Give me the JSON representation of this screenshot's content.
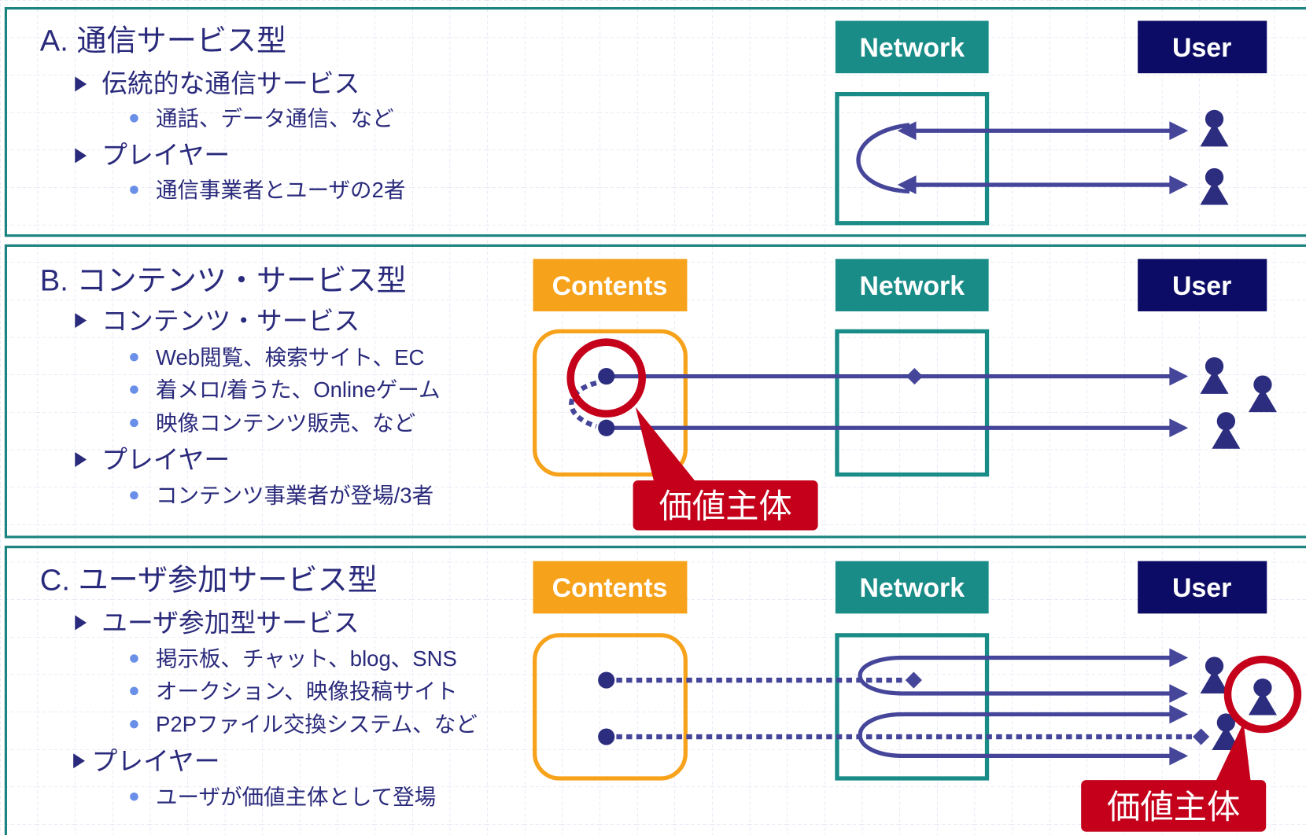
{
  "panels": [
    {
      "title": "A. 通信サービス型",
      "sections": [
        {
          "heading": "伝統的な通信サービス",
          "bullets": [
            "通話、データ通信、など"
          ]
        },
        {
          "heading": "プレイヤー",
          "bullets": [
            "通信事業者とユーザの2者"
          ]
        }
      ],
      "labels": {
        "network": "Network",
        "user": "User"
      }
    },
    {
      "title": "B. コンテンツ・サービス型",
      "sections": [
        {
          "heading": "コンテンツ・サービス",
          "bullets": [
            "Web閲覧、検索サイト、EC",
            "着メロ/着うた、Onlineゲーム",
            "映像コンテンツ販売、など"
          ]
        },
        {
          "heading": "プレイヤー",
          "bullets": [
            "コンテンツ事業者が登場/3者"
          ]
        }
      ],
      "labels": {
        "contents": "Contents",
        "network": "Network",
        "user": "User"
      },
      "callout": "価値主体"
    },
    {
      "title": "C. ユーザ参加サービス型",
      "sections": [
        {
          "heading": "ユーザ参加型サービス",
          "bullets": [
            "掲示板、チャット、blog、SNS",
            "オークション、映像投稿サイト",
            "P2Pファイル交換システム、など"
          ]
        },
        {
          "heading": "プレイヤー",
          "bullets": [
            "ユーザが価値主体として登場"
          ]
        }
      ],
      "labels": {
        "contents": "Contents",
        "network": "Network",
        "user": "User"
      },
      "callout": "価値主体"
    }
  ],
  "colors": {
    "panel_border": "#1b8480",
    "network": "#1a8c87",
    "user": "#0c0c66",
    "contents": "#f7a21b",
    "highlight": "#c4001a",
    "flow": "#45459a",
    "text": "#2a2a7c",
    "bullet_dot": "#6a8fe8"
  },
  "icons": {
    "heading_marker": "triangle-bullet-icon",
    "bullet_marker": "dot-bullet-icon",
    "person": "user-icon"
  }
}
